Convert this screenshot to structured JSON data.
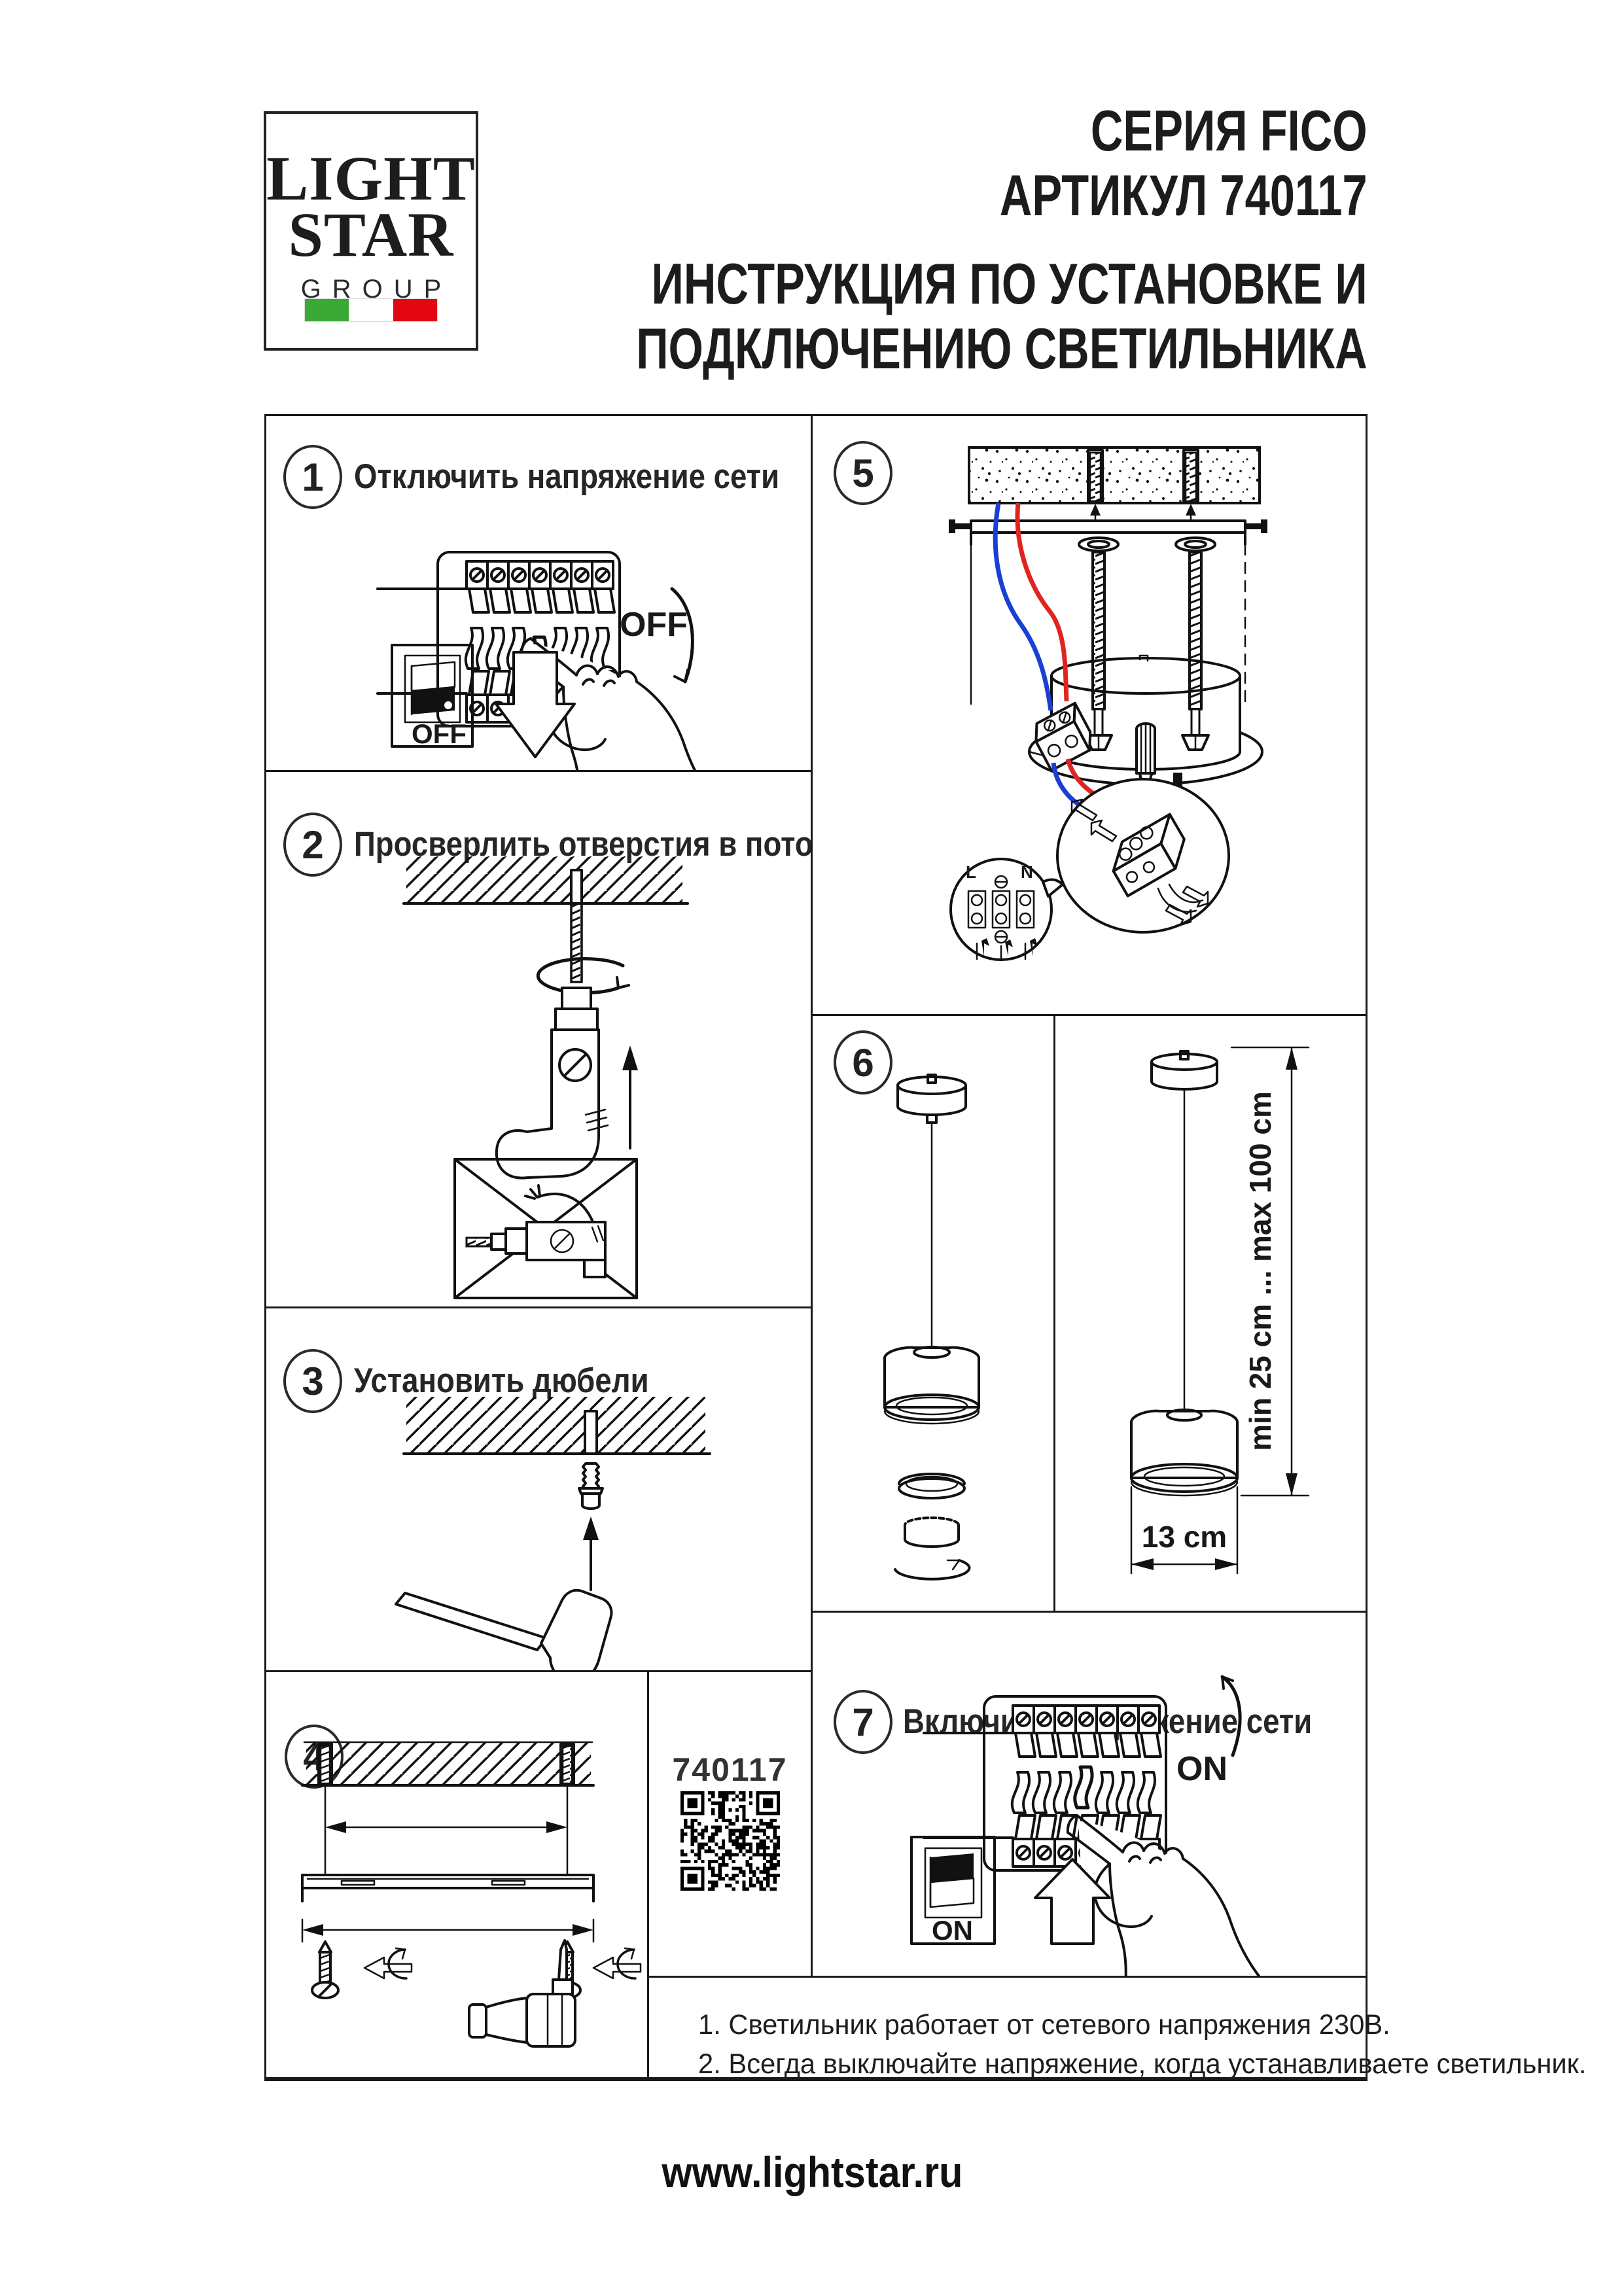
{
  "logo": {
    "line1": "LIGHT",
    "line2": "STAR",
    "line3": "GROUP"
  },
  "header": {
    "series": "СЕРИЯ FICO",
    "article": "АРТИКУЛ 740117",
    "title_line1": "ИНСТРУКЦИЯ ПО УСТАНОВКЕ И",
    "title_line2": "ПОДКЛЮЧЕНИЮ СВЕТИЛЬНИКА"
  },
  "steps": {
    "s1": {
      "number": "1",
      "title": "Отключить напряжение сети",
      "breaker_label": "OFF",
      "switch_label": "OFF"
    },
    "s2": {
      "number": "2",
      "title": "Просверлить отверстия в потолке"
    },
    "s3": {
      "number": "3",
      "title": "Установить дюбели"
    },
    "s4": {
      "number": "4"
    },
    "s5": {
      "number": "5",
      "label_l": "L",
      "label_n": "N"
    },
    "s6": {
      "number": "6",
      "dim_vertical": "min 25 cm ... max 100 cm",
      "dim_horizontal": "13 cm"
    },
    "s7": {
      "number": "7",
      "title": "Включить напряжение сети",
      "breaker_label": "ON",
      "switch_label": "ON"
    }
  },
  "qr": {
    "article": "740117"
  },
  "notes": [
    "1. Светильник работает от сетевого напряжения 230В.",
    "2. Всегда выключайте напряжение, когда устанавливаете светильник."
  ],
  "footer": {
    "url": "www.lightstar.ru"
  }
}
